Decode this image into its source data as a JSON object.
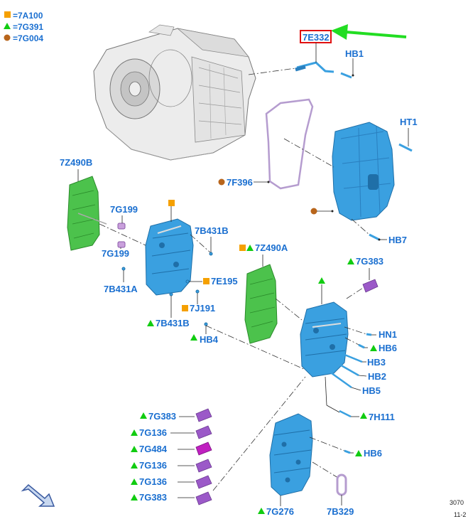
{
  "legend": {
    "items": [
      {
        "symbol": "square",
        "label": "=7A100"
      },
      {
        "symbol": "triangle",
        "label": "=7G391"
      },
      {
        "symbol": "circle",
        "label": "=7G004"
      }
    ]
  },
  "colors": {
    "label_blue": "#1a6fd0",
    "part_blue": "#3aa0e0",
    "gasket_green": "#4cc24c",
    "solenoid_purple": "#9b59c8",
    "solenoid_magenta": "#c020c0",
    "callout_red": "#e01010",
    "arrow_green": "#22dd22",
    "sq_orange": "#f5a000",
    "tri_green": "#11cc11",
    "circ_brown": "#b8651b"
  },
  "labels": {
    "7E332": "7E332",
    "HB1": "HB1",
    "HT1": "HT1",
    "7F396": "7F396",
    "HB7": "HB7",
    "7Z490B": "7Z490B",
    "7G199a": "7G199",
    "7G199b": "7G199",
    "7B431B_top": "7B431B",
    "7B431A": "7B431A",
    "7E195": "7E195",
    "7J191": "7J191",
    "7B431B_bot": "7B431B",
    "7Z490A": "7Z490A",
    "7G383_top": "7G383",
    "HB4": "HB4",
    "HN1": "HN1",
    "HB6_top": "HB6",
    "HB3": "HB3",
    "HB2": "HB2",
    "HB5": "HB5",
    "7H111": "7H111",
    "7G383_a": "7G383",
    "7G136_a": "7G136",
    "7G484": "7G484",
    "7G136_b": "7G136",
    "7G136_c": "7G136",
    "7G383_b": "7G383",
    "HB6_bot": "HB6",
    "7G276": "7G276",
    "7B329": "7B329"
  },
  "reference": {
    "code": "3070",
    "date": "11-2"
  }
}
